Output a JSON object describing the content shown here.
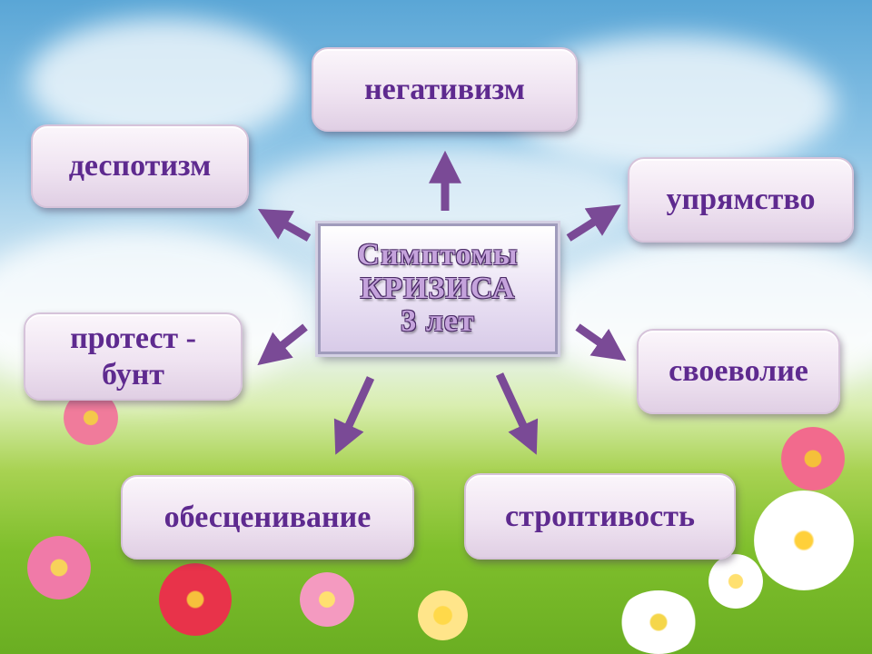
{
  "center": {
    "lines": [
      "Симптомы",
      "КРИЗИСА",
      "3 лет"
    ]
  },
  "nodes": [
    {
      "id": "negativism",
      "label": "негативизм"
    },
    {
      "id": "despotism",
      "label": "деспотизм"
    },
    {
      "id": "stubbornness",
      "label": "упрямство"
    },
    {
      "id": "protest",
      "label": "протест - бунт"
    },
    {
      "id": "self-will",
      "label": "своеволие"
    },
    {
      "id": "devaluation",
      "label": "обесценивание"
    },
    {
      "id": "obstinacy",
      "label": "строптивость"
    }
  ],
  "colors": {
    "arrow": "#7a4a96",
    "node_text": "#5e2a8f"
  }
}
